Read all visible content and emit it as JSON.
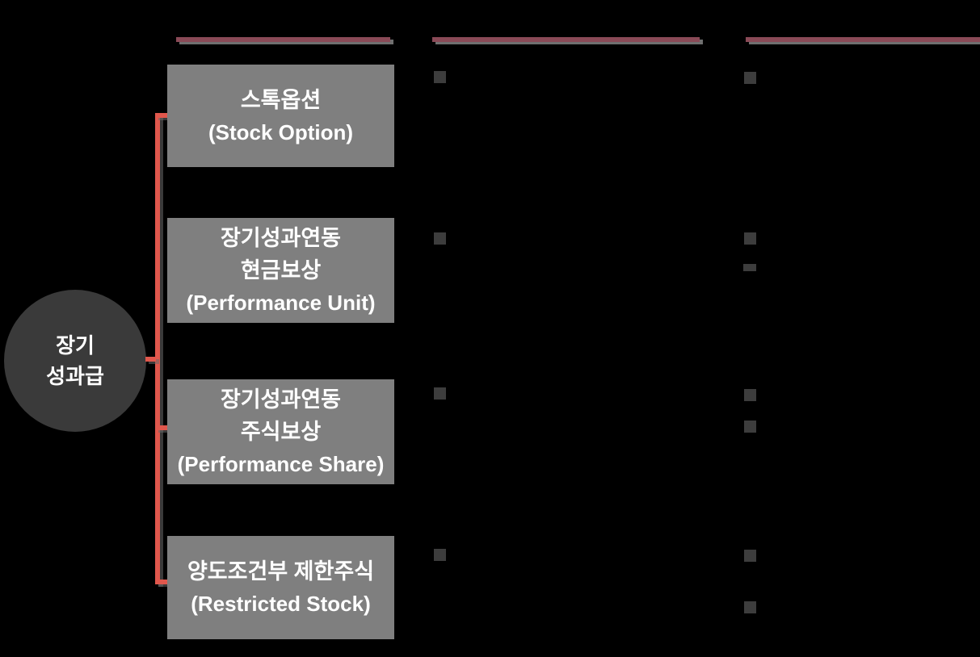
{
  "slide": {
    "background": "#000000",
    "type": "long-term-incentive-structure-diagram"
  },
  "colors": {
    "box_fill": "#7f7f7f",
    "box_text": "#ffffff",
    "root_circle_fill": "#3a3a3a",
    "connector_red": "#e0574c",
    "header_line_maroon": "#8a4a57",
    "line_shadow_gray": "#6f6f6f",
    "bullet_gray": "#3d3d3d"
  },
  "root": {
    "lines": [
      "장기",
      "성과급"
    ]
  },
  "branches": [
    {
      "name": "stock-option",
      "lines": [
        "스톡옵션",
        "(Stock Option)"
      ]
    },
    {
      "name": "performance-unit",
      "lines": [
        "장기성과연동",
        "현금보상",
        "(Performance Unit)"
      ]
    },
    {
      "name": "performance-share",
      "lines": [
        "장기성과연동",
        "주식보상",
        "(Performance Share)"
      ]
    },
    {
      "name": "restricted-stock",
      "lines": [
        "양도조건부 제한주식",
        "(Restricted Stock)"
      ]
    }
  ],
  "header_lines": [
    {
      "column": "labels"
    },
    {
      "column": "middle-details"
    },
    {
      "column": "right-details"
    }
  ],
  "detail_markers": {
    "middle_column": [
      "square-bullet",
      "square-bullet",
      "square-bullet",
      "square-bullet"
    ],
    "right_column": [
      "square-bullet",
      "square-bullet",
      "dash-bullet",
      "square-bullet",
      "square-bullet",
      "square-bullet",
      "square-bullet"
    ]
  }
}
